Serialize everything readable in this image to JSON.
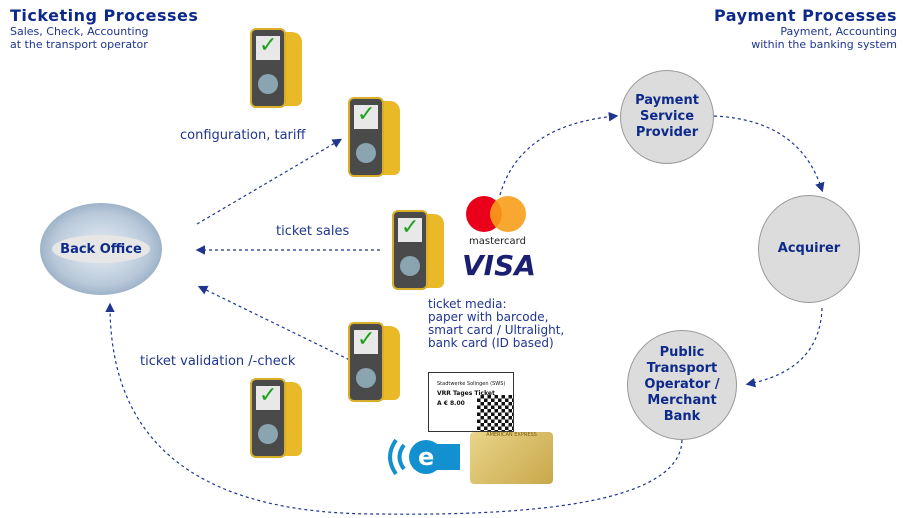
{
  "left_header": {
    "title": "Ticketing  Processes",
    "line1": "Sales, Check, Accounting",
    "line2": "at the transport operator"
  },
  "right_header": {
    "title": "Payment Processes",
    "line1": "Payment, Accounting",
    "line2": "within the banking system"
  },
  "back_office": "Back Office",
  "labels": {
    "config": "configuration,  tariff",
    "sales": "ticket sales",
    "validation": "ticket validation /-check"
  },
  "media": {
    "l1": "ticket media:",
    "l2": "paper with barcode,",
    "l3": "smart card / Ultralight,",
    "l4": "bank card (ID based)"
  },
  "nodes": {
    "psp": "Payment Service Provider",
    "acquirer": "Acquirer",
    "pto": "Public Transport Operator / Merchant Bank"
  },
  "brands": {
    "mastercard": "mastercard",
    "visa": "VISA"
  },
  "ticket": {
    "issuer": "Stadtwerke Solingen (SWS)",
    "name": "VRR Tages Ticket",
    "price": "A   € 8.00"
  },
  "amex": "AMERICAN EXPRESS",
  "colors": {
    "text": "#1f3590",
    "check": "#1ba21b",
    "device": "#e9b928"
  }
}
